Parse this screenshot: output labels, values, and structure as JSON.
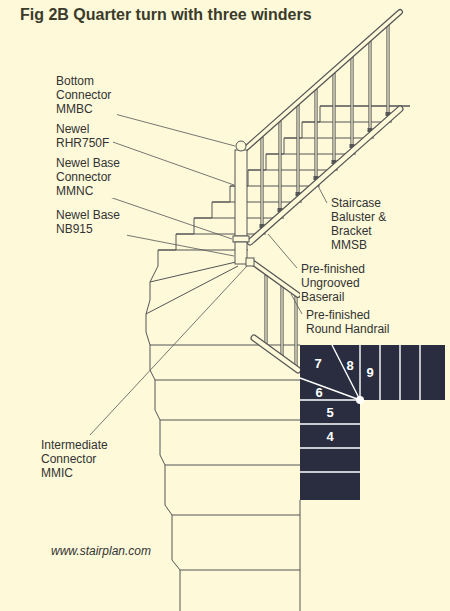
{
  "diagram": {
    "title": "Fig 2B Quarter turn with three winders",
    "labels": [
      "Bottom Connector MMBC",
      "Newel RHR750F",
      "Newel Base Connector MMNC",
      "Newel Base NB915",
      "Staircase Baluster & Bracket MMSB",
      "Pre-finished Ungrooved Baserail",
      "Pre-finished Round Handrail",
      "7",
      "8",
      "9",
      "6",
      "5",
      "4",
      "Intermediate Connector MMIC",
      "www.stairplan.com"
    ]
  }
}
